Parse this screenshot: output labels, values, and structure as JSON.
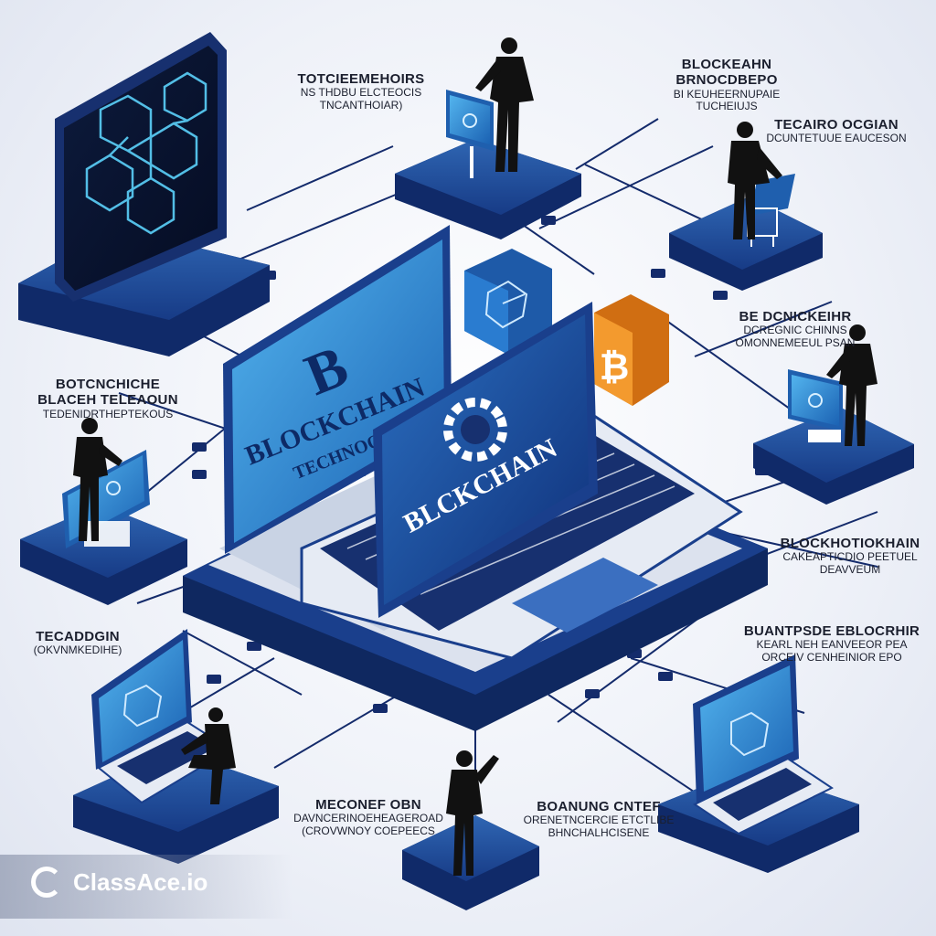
{
  "labels": {
    "top_center": {
      "title": "TOTCIEEMEHOIRS",
      "lines": [
        "NS THDBU ELCTEOCIS",
        "TNCANTHOIAR)"
      ]
    },
    "top_right": {
      "title": "BLOCKEAHN",
      "lines": [
        "BRNOCDBEPO",
        "BI KEUHEERNUPAIE",
        "TUCHEIUJS"
      ]
    },
    "right_upper": {
      "title": "TECAIRO OCGIAN",
      "lines": [
        "DCUNTETUUE EAUCESON"
      ]
    },
    "right_middle": {
      "title": "BE DCNICKEIHR",
      "lines": [
        "DCREGNIC CHINNS",
        "OMONNEMEEUL PSAN"
      ]
    },
    "left_middle": {
      "title": "BOTCNCHICHE",
      "lines": [
        "BLACEH TELEAOUN",
        "TEDENIDRTHEPTEKOUS"
      ]
    },
    "right_lower": {
      "title": "BLOCKHOTIOKHAIN",
      "lines": [
        "CAKEAPTICDIO PEETUEL",
        "DEAVVEUM"
      ]
    },
    "left_lower": {
      "title": "TECADDGIN",
      "lines": [
        "(OKVNMKEDIHE)"
      ]
    },
    "bottom_right": {
      "title": "BUANTPSDE EBLOCRHIR",
      "lines": [
        "KEARL NEH EANVEEOR PEA",
        "ORCEIV CENHEINIOR EPO"
      ]
    },
    "bottom_center": {
      "title": "MECONEF OBN",
      "lines": [
        "DAVNCERINOEHEAGEROAD",
        "(CROVWNOY COEPEECS"
      ]
    },
    "bottom_center_right": {
      "title": "BOANUNG CNTEF",
      "lines": [
        "ORENETNCERCIE ETCTLIBE",
        "BHNCHALHCISENE"
      ]
    }
  },
  "screens": {
    "main_back": {
      "line1": "BLOCKCHAIN",
      "line2": "TECHNOODY"
    },
    "main_front": {
      "line1": "BLCKCHAIN"
    }
  },
  "icons": {
    "coin_symbol": "₿"
  },
  "watermark": {
    "text": "ClassAce.io"
  },
  "colors": {
    "navy": "#142b6b",
    "blue": "#1f5fae",
    "screen": "#2f8fd8",
    "coin": "#ee8a22",
    "cyan": "#57c8f0"
  }
}
